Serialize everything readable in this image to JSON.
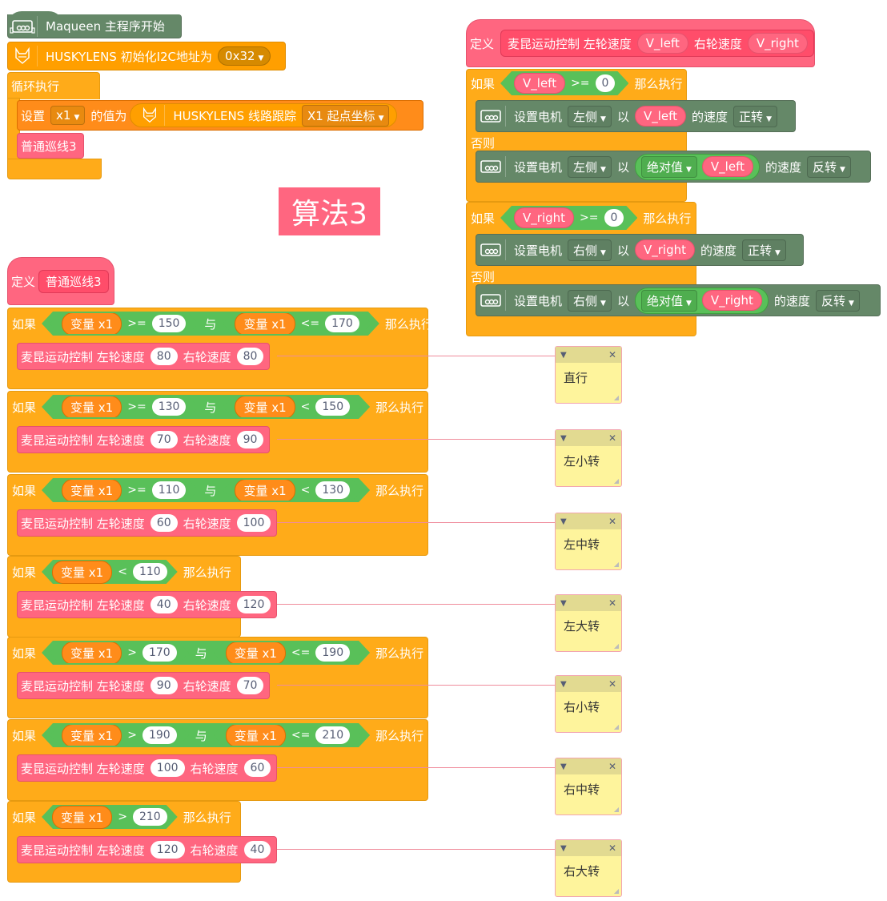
{
  "title_badge": "算法3",
  "main_program": {
    "hat_label": "Maqueen 主程序开始",
    "husky_init": {
      "label": "HUSKYLENS 初始化I2C地址为",
      "address": "0x32"
    },
    "loop_label": "循环执行",
    "set_var": {
      "prefix": "设置",
      "var": "x1",
      "mid": "的值为",
      "sensor_label": "HUSKYLENS 线路跟踪",
      "sensor_option": "X1 起点坐标"
    },
    "call_proc": "普通巡线3"
  },
  "mecanum_proc": {
    "define_label": "定义",
    "name": "麦昆运动控制 左轮速度",
    "param_left": "V_left",
    "mid_label": "右轮速度",
    "param_right": "V_right",
    "if1": {
      "if_label": "如果",
      "left": "V_left",
      "op": ">=",
      "value": "0",
      "then_label": "那么执行",
      "then_block": {
        "label": "设置电机",
        "side": "左侧",
        "with": "以",
        "speed": "V_left",
        "speed_label": "的速度",
        "dir": "正转"
      },
      "else_label": "否则",
      "else_block": {
        "label": "设置电机",
        "side": "左侧",
        "with": "以",
        "abs": "绝对值",
        "speed": "V_left",
        "speed_label": "的速度",
        "dir": "反转"
      }
    },
    "if2": {
      "if_label": "如果",
      "left": "V_right",
      "op": ">=",
      "value": "0",
      "then_label": "那么执行",
      "then_block": {
        "label": "设置电机",
        "side": "右侧",
        "with": "以",
        "speed": "V_right",
        "speed_label": "的速度",
        "dir": "正转"
      },
      "else_label": "否则",
      "else_block": {
        "label": "设置电机",
        "side": "右侧",
        "with": "以",
        "abs": "绝对值",
        "speed": "V_right",
        "speed_label": "的速度",
        "dir": "反转"
      }
    }
  },
  "line_proc": {
    "define_label": "定义",
    "name": "普通巡线3",
    "if_label": "如果",
    "then_label": "那么执行",
    "and_label": "与",
    "var_label": "变量 x1",
    "motor_label": "麦昆运动控制 左轮速度",
    "right_label": "右轮速度",
    "rules": [
      {
        "cond1_op": ">=",
        "cond1_val": "150",
        "cond2_op": "<=",
        "cond2_val": "170",
        "left": "80",
        "right": "80",
        "comment": "直行"
      },
      {
        "cond1_op": ">=",
        "cond1_val": "130",
        "cond2_op": "<",
        "cond2_val": "150",
        "left": "70",
        "right": "90",
        "comment": "左小转"
      },
      {
        "cond1_op": ">=",
        "cond1_val": "110",
        "cond2_op": "<",
        "cond2_val": "130",
        "left": "60",
        "right": "100",
        "comment": "左中转"
      },
      {
        "cond1_op": "<",
        "cond1_val": "110",
        "left": "40",
        "right": "120",
        "comment": "左大转"
      },
      {
        "cond1_op": ">",
        "cond1_val": "170",
        "cond2_op": "<=",
        "cond2_val": "190",
        "left": "90",
        "right": "70",
        "comment": "右小转"
      },
      {
        "cond1_op": ">",
        "cond1_val": "190",
        "cond2_op": "<=",
        "cond2_val": "210",
        "left": "100",
        "right": "60",
        "comment": "右中转"
      },
      {
        "cond1_op": ">",
        "cond1_val": "210",
        "left": "120",
        "right": "40",
        "comment": "右大转"
      }
    ]
  },
  "colors": {
    "control": "#FFAB19",
    "robot": "#658868",
    "myblock": "#FF6680",
    "operator": "#59C059",
    "variable": "#FF8C1A",
    "comment": "#FEF49C"
  }
}
